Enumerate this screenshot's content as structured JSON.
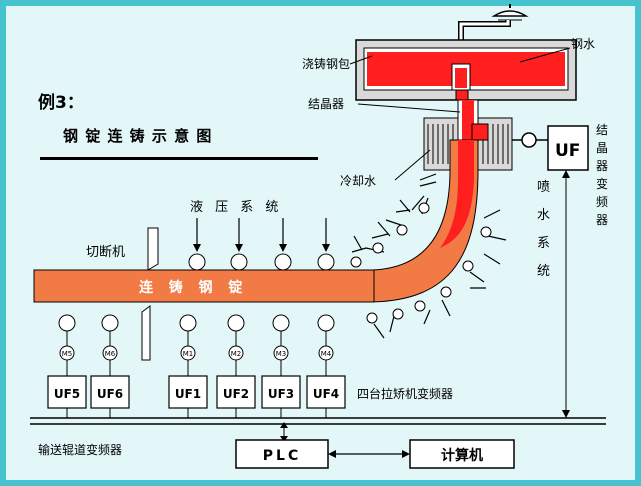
{
  "title": {
    "example": "例3：",
    "heading": "钢 锭 连 铸 示 意 图"
  },
  "labels": {
    "ladle": "浇铸钢包",
    "molten_steel": "钢水",
    "crystallizer": "结晶器",
    "cooling_water": "冷却水",
    "spray_system": "喷水系统",
    "hydraulic_system": "液 压 系 统",
    "cutter": "切断机",
    "billet": "连  铸  钢  锭",
    "crystallizer_vfd": "结晶器变频器",
    "straightener_vfd": "四台拉矫机变频器",
    "conveyor_vfd": "输送辊道变频器",
    "plc": "PLC",
    "computer": "计算机",
    "uf_big": "UF"
  },
  "drives": [
    {
      "id": "UF5",
      "motor": "M5"
    },
    {
      "id": "UF6",
      "motor": "M6"
    },
    {
      "id": "UF1",
      "motor": "M1"
    },
    {
      "id": "UF2",
      "motor": "M2"
    },
    {
      "id": "UF3",
      "motor": "M3"
    },
    {
      "id": "UF4",
      "motor": "M4"
    }
  ],
  "colors": {
    "background": "#e3f7f9",
    "border": "#45c4cf",
    "steel": "#ff1f1f",
    "billet": "#f27a45",
    "ladle": "#d9d9d9"
  }
}
